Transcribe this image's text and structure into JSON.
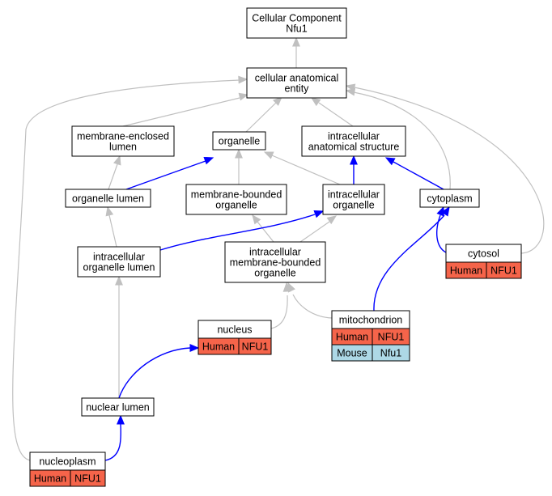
{
  "colors": {
    "human_cell": "#f5644a",
    "mouse_cell": "#add8e6",
    "grey_edge": "#c0c0c0",
    "blue_edge": "#0000ff"
  },
  "nodes": {
    "root": {
      "lines": [
        "Cellular Component",
        "Nfu1"
      ]
    },
    "cellular_anatomical_entity": {
      "lines": [
        "cellular anatomical",
        "entity"
      ]
    },
    "membrane_enclosed_lumen": {
      "lines": [
        "membrane-enclosed",
        "lumen"
      ]
    },
    "organelle": {
      "lines": [
        "organelle"
      ]
    },
    "intracellular_anatomical_structure": {
      "lines": [
        "intracellular",
        "anatomical structure"
      ]
    },
    "organelle_lumen": {
      "lines": [
        "organelle lumen"
      ]
    },
    "membrane_bounded_organelle": {
      "lines": [
        "membrane-bounded",
        "organelle"
      ]
    },
    "intracellular_organelle": {
      "lines": [
        "intracellular",
        "organelle"
      ]
    },
    "cytoplasm": {
      "lines": [
        "cytoplasm"
      ]
    },
    "cytosol": {
      "lines": [
        "cytosol"
      ],
      "annotations": [
        [
          "Human",
          "NFU1"
        ]
      ]
    },
    "intracellular_organelle_lumen": {
      "lines": [
        "intracellular",
        "organelle lumen"
      ]
    },
    "intracellular_membrane_bounded_organelle": {
      "lines": [
        "intracellular",
        "membrane-bounded",
        "organelle"
      ]
    },
    "nucleus": {
      "lines": [
        "nucleus"
      ],
      "annotations": [
        [
          "Human",
          "NFU1"
        ]
      ]
    },
    "mitochondrion": {
      "lines": [
        "mitochondrion"
      ],
      "annotations": [
        [
          "Human",
          "NFU1"
        ],
        [
          "Mouse",
          "Nfu1"
        ]
      ]
    },
    "nuclear_lumen": {
      "lines": [
        "nuclear lumen"
      ]
    },
    "nucleoplasm": {
      "lines": [
        "nucleoplasm"
      ],
      "annotations": [
        [
          "Human",
          "NFU1"
        ]
      ]
    }
  }
}
